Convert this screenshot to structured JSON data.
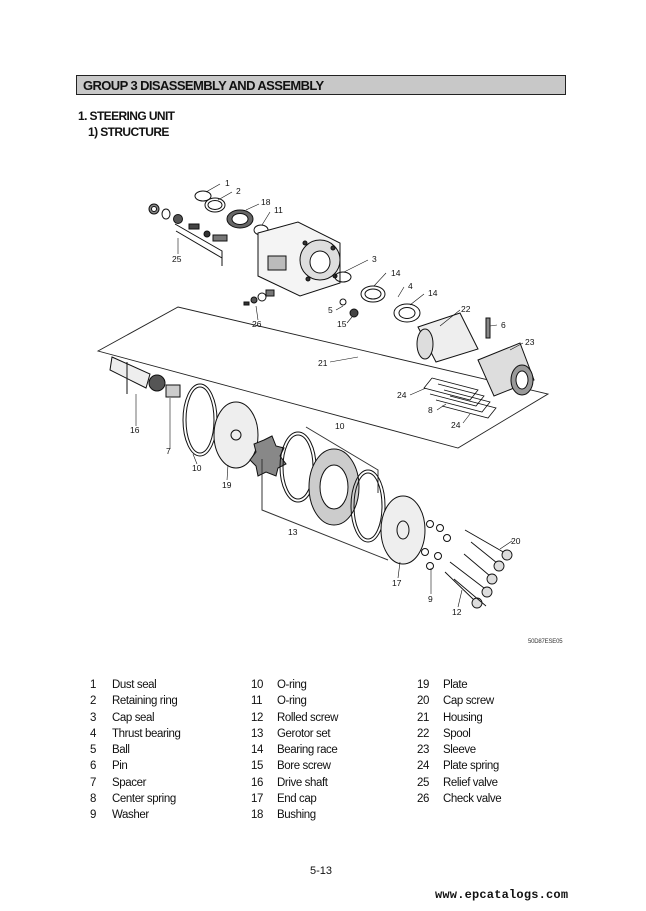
{
  "header": {
    "group_title": "GROUP  3  DISASSEMBLY AND ASSEMBLY"
  },
  "section": {
    "title": "1. STEERING UNIT",
    "subtitle": "1) STRUCTURE"
  },
  "figure": {
    "id": "50D87ESE05",
    "callouts": [
      "1",
      "2",
      "18",
      "11",
      "3",
      "14",
      "4",
      "14",
      "5",
      "15",
      "22",
      "6",
      "23",
      "21",
      "25",
      "26",
      "24",
      "8",
      "24",
      "16",
      "7",
      "10",
      "19",
      "10",
      "13",
      "17",
      "9",
      "12",
      "20"
    ]
  },
  "parts": [
    {
      "no": "1",
      "name": "Dust seal"
    },
    {
      "no": "2",
      "name": "Retaining ring"
    },
    {
      "no": "3",
      "name": "Cap seal"
    },
    {
      "no": "4",
      "name": "Thrust bearing"
    },
    {
      "no": "5",
      "name": "Ball"
    },
    {
      "no": "6",
      "name": "Pin"
    },
    {
      "no": "7",
      "name": "Spacer"
    },
    {
      "no": "8",
      "name": "Center spring"
    },
    {
      "no": "9",
      "name": "Washer"
    },
    {
      "no": "10",
      "name": "O-ring"
    },
    {
      "no": "11",
      "name": "O-ring"
    },
    {
      "no": "12",
      "name": "Rolled screw"
    },
    {
      "no": "13",
      "name": "Gerotor set"
    },
    {
      "no": "14",
      "name": "Bearing race"
    },
    {
      "no": "15",
      "name": "Bore screw"
    },
    {
      "no": "16",
      "name": "Drive shaft"
    },
    {
      "no": "17",
      "name": "End cap"
    },
    {
      "no": "18",
      "name": "Bushing"
    },
    {
      "no": "19",
      "name": "Plate"
    },
    {
      "no": "20",
      "name": "Cap screw"
    },
    {
      "no": "21",
      "name": "Housing"
    },
    {
      "no": "22",
      "name": "Spool"
    },
    {
      "no": "23",
      "name": "Sleeve"
    },
    {
      "no": "24",
      "name": "Plate spring"
    },
    {
      "no": "25",
      "name": "Relief valve"
    },
    {
      "no": "26",
      "name": "Check valve"
    }
  ],
  "footer": {
    "page": "5-13",
    "site": "www.epcatalogs.com"
  }
}
